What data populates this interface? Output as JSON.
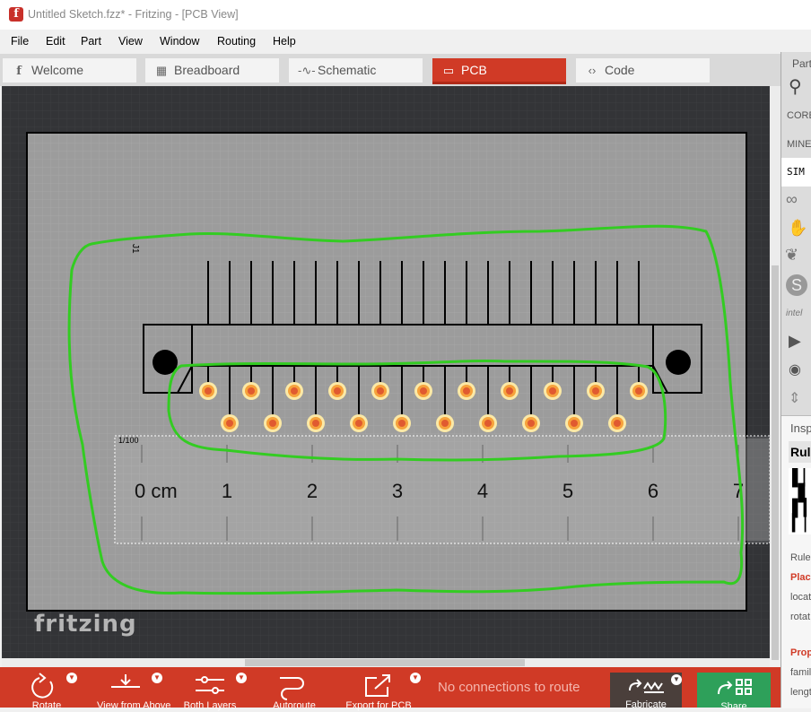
{
  "window": {
    "title": "Untitled Sketch.fzz* - Fritzing - [PCB View]"
  },
  "menu": [
    "File",
    "Edit",
    "Part",
    "View",
    "Window",
    "Routing",
    "Help"
  ],
  "tabs": [
    {
      "label": "Welcome",
      "icon": "f-logo-icon"
    },
    {
      "label": "Breadboard",
      "icon": "breadboard-icon"
    },
    {
      "label": "Schematic",
      "icon": "resistor-icon"
    },
    {
      "label": "PCB",
      "icon": "pcb-icon",
      "active": true
    },
    {
      "label": "Code",
      "icon": "code-icon"
    }
  ],
  "canvas": {
    "part_label": "J1",
    "ruler": {
      "resolution_label": "1/100",
      "unit_label": "0 cm",
      "marks": [
        "1",
        "2",
        "3",
        "4",
        "5",
        "6",
        "7"
      ]
    },
    "watermark": "fritzing"
  },
  "toolbar": {
    "status": "No connections to route",
    "buttons": [
      "Rotate",
      "View from Above",
      "Both Layers",
      "Autoroute",
      "Export for PCB",
      "Fabricate",
      "Share"
    ]
  },
  "dock": {
    "parts_title": "Part",
    "bins": [
      "CORE",
      "MINE",
      "SIM"
    ],
    "inspector_title": "Insp",
    "inspector_part": "Rul",
    "inspector_labels": [
      "Rule",
      "Plac",
      "locat",
      "rotat",
      "Prop",
      "famil",
      "lengt"
    ]
  },
  "colors": {
    "accent": "#d03a26",
    "board": "#9c9c9c",
    "outline_green": "#33cc22",
    "pad": "#f6a23c",
    "share": "#2ea05a"
  }
}
